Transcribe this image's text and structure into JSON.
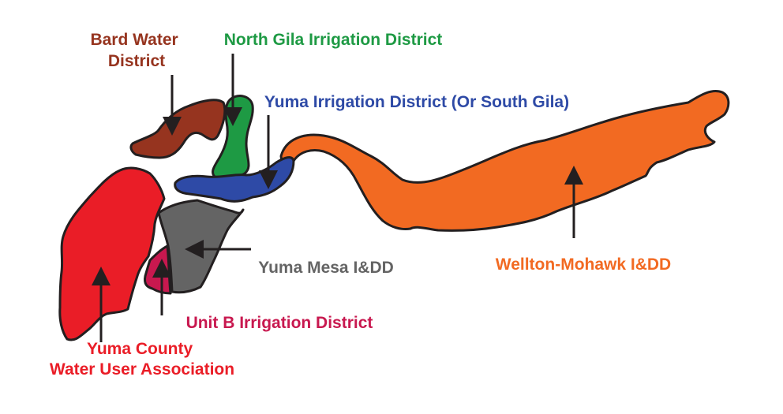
{
  "colors": {
    "outline": "#231f20",
    "bard": "#96341f",
    "north_gila": "#1e9a44",
    "yuma_irrigation": "#2e4aa6",
    "yuma_county": "#ea1d27",
    "unit_b": "#c8184f",
    "yuma_mesa": "#646464",
    "wellton_mohawk": "#f26a22"
  },
  "districts": [
    {
      "id": "bard",
      "label_lines": [
        "Bard Water",
        "District"
      ],
      "color_key": "bard"
    },
    {
      "id": "north_gila",
      "label_lines": [
        "North Gila Irrigation District"
      ],
      "color_key": "north_gila"
    },
    {
      "id": "yuma_irrigation",
      "label_lines": [
        "Yuma Irrigation District (Or South Gila)"
      ],
      "color_key": "yuma_irrigation"
    },
    {
      "id": "yuma_mesa",
      "label_lines": [
        "Yuma Mesa I&DD"
      ],
      "color_key": "yuma_mesa"
    },
    {
      "id": "wellton_mohawk",
      "label_lines": [
        "Wellton-Mohawk I&DD"
      ],
      "color_key": "wellton_mohawk"
    },
    {
      "id": "unit_b",
      "label_lines": [
        "Unit B Irrigation District"
      ],
      "color_key": "unit_b"
    },
    {
      "id": "yuma_county",
      "label_lines": [
        "Yuma County",
        "Water User Association"
      ],
      "color_key": "yuma_county"
    }
  ]
}
